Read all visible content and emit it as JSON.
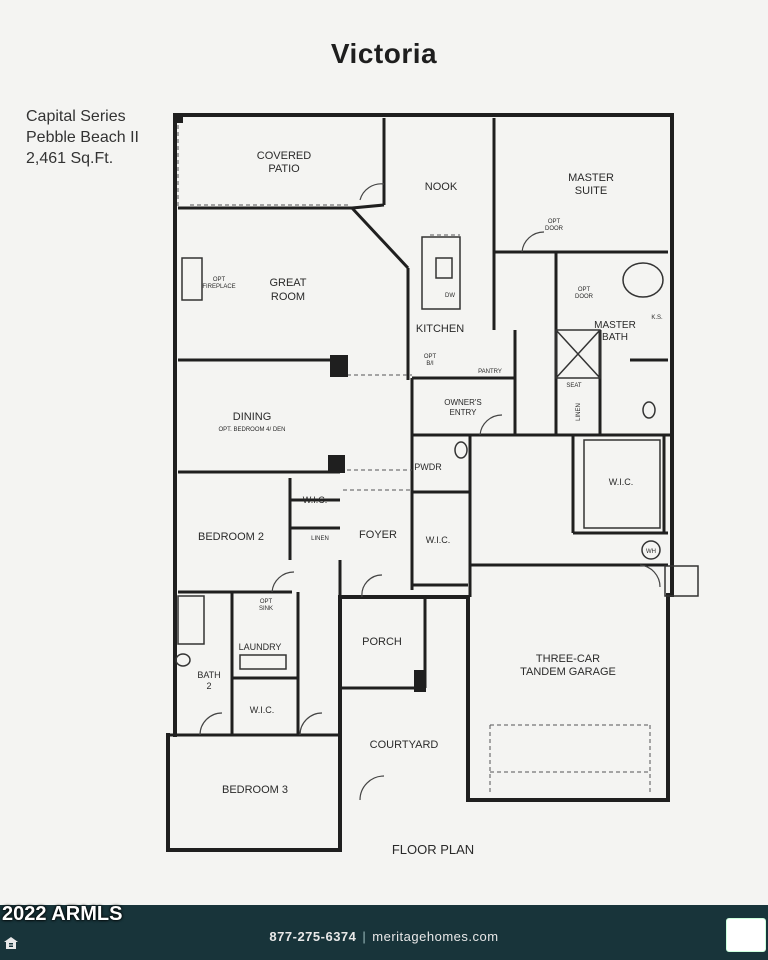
{
  "header": {
    "title": "Victoria",
    "series_lines": [
      "Capital Series",
      "Pebble Beach II",
      "2,461 Sq.Ft."
    ]
  },
  "rooms": {
    "covered_patio": [
      "COVERED",
      "PATIO"
    ],
    "nook": "NOOK",
    "master_suite": [
      "MASTER",
      "SUITE"
    ],
    "opt_door_top": [
      "OPT",
      "DOOR"
    ],
    "opt_fireplace": [
      "OPT",
      "FIREPLACE"
    ],
    "great_room": [
      "GREAT",
      "ROOM"
    ],
    "dw": "DW",
    "kitchen": "KITCHEN",
    "opt_door_bath": [
      "OPT",
      "DOOR"
    ],
    "master_bath": [
      "MASTER",
      "BATH"
    ],
    "ks": "K.S.",
    "opt_bi": [
      "OPT",
      "B/I"
    ],
    "pantry": "PANTRY",
    "seat": "SEAT",
    "dining": "DINING",
    "dining_opt": "OPT. BEDROOM 4/ DEN",
    "owners_entry": [
      "OWNER'S",
      "ENTRY"
    ],
    "linen_vertical": "LINEN",
    "pwdr": "PWDR",
    "wic_master": "W.I.C.",
    "wic_bed2": "W.I.C.",
    "bedroom2": "BEDROOM 2",
    "linen": "LINEN",
    "foyer": "FOYER",
    "wic_foyer": "W.I.C.",
    "wh": "WH",
    "opt_sink": [
      "OPT",
      "SINK"
    ],
    "laundry": "LAUNDRY",
    "porch": "PORCH",
    "garage": [
      "THREE-CAR",
      "TANDEM GARAGE"
    ],
    "bath2": [
      "BATH",
      "2"
    ],
    "wic_bed3": "W.I.C.",
    "courtyard": "COURTYARD",
    "bedroom3": "BEDROOM 3",
    "floor_plan": "FLOOR PLAN"
  },
  "footer": {
    "phone": "877-275-6374",
    "separator": "|",
    "website": "meritagehomes.com",
    "copyright": "2022 ARMLS"
  },
  "colors": {
    "wall": "#1f1f1f",
    "footer_bar": "#18343a",
    "paper": "#f4f4f2"
  }
}
